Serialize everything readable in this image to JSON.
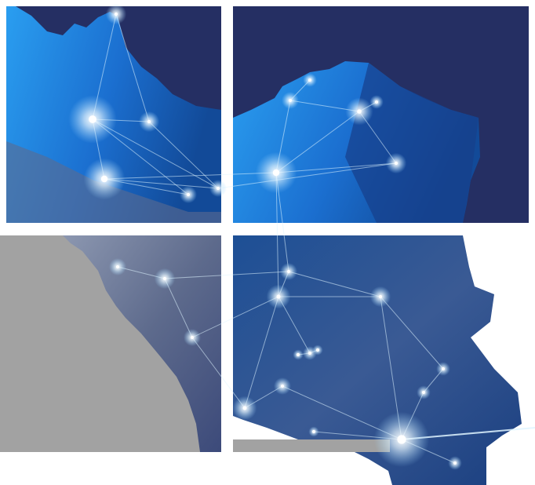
{
  "image": {
    "subject": "iran-map-network",
    "tiles": [
      "top-left",
      "top-right",
      "bottom-left",
      "bottom-right"
    ],
    "colors": {
      "navy_background": "#252f63",
      "gray_background": "#a2a2a2",
      "map_blue_light": "#2a9ef0",
      "map_blue_dark": "#124a98",
      "map_gray": "#7d879e",
      "network_line": "#dff4ff"
    }
  }
}
